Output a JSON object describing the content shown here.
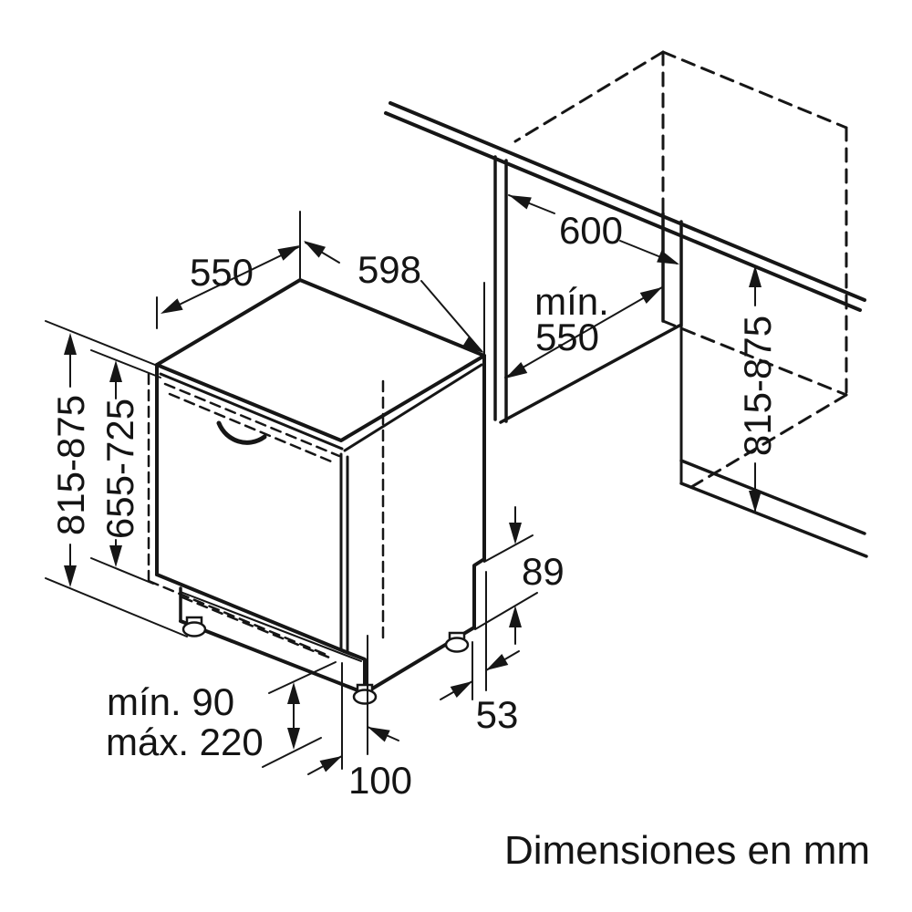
{
  "page": {
    "background": "#ffffff",
    "line_color": "#161616"
  },
  "caption": "Dimensiones en mm",
  "dimensions": {
    "appliance_depth": "550",
    "appliance_width": "598",
    "appliance_height": "815-875",
    "front_panel_height": "655-725",
    "niche_width": "600",
    "niche_depth_prefix": "mín.",
    "niche_depth_value": "550",
    "niche_height": "815-875",
    "rear_recess_height": "89",
    "rear_recess_depth": "53",
    "foot_to_front": "100",
    "plinth_min": "mín. 90",
    "plinth_max": "máx. 220"
  }
}
